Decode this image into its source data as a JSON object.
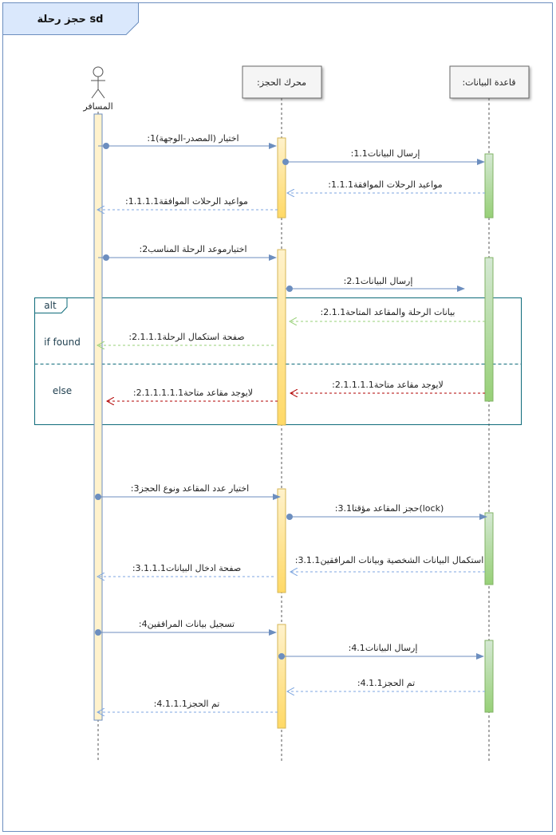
{
  "title": "sd حجز رحلة",
  "actor": {
    "label": "المسافر"
  },
  "lifelines": {
    "engine": "محرك الحجز:",
    "database": "قاعدة البيانات:"
  },
  "fragment": {
    "operator": "alt",
    "guard_if": "if found",
    "guard_else": "else"
  },
  "messages": [
    {
      "num": "1:",
      "text": "اختيار (المصدر-الوجهة)"
    },
    {
      "num": "1.1:",
      "text": "إرسال البيانات"
    },
    {
      "num": "1.1.1:",
      "text": "مواعيد الرحلات الموافقة"
    },
    {
      "num": "1.1.1.1:",
      "text": "مواعيد الرحلات الموافقة"
    },
    {
      "num": "2:",
      "text": "اختيارموعد الرحلة المناسب"
    },
    {
      "num": "2.1:",
      "text": "إرسال البيانات"
    },
    {
      "num": "2.1.1:",
      "text": "بيانات الرحلة والمقاعد المتاحة"
    },
    {
      "num": "2.1.1.1:",
      "text": "صفحة استكمال الرحلة"
    },
    {
      "num": "2.1.1.1.1:",
      "text": "لايوجد مقاعد متاحة"
    },
    {
      "num": "2.1.1.1.1.1:",
      "text": "لايوجد مقاعد متاحة"
    },
    {
      "num": "3:",
      "text": "اختيار عدد المقاعد ونوع الحجز"
    },
    {
      "num": "3.1:",
      "text": "(lock)حجز المقاعد مؤقتا"
    },
    {
      "num": "3.1.1:",
      "text": "استكمال البيانات الشخصية وبيانات المرافقين"
    },
    {
      "num": "3.1.1.1:",
      "text": "صفحة ادخال البيانات"
    },
    {
      "num": "4:",
      "text": "تسجيل بيانات المرافقين"
    },
    {
      "num": "4.1:",
      "text": "إرسال البيانات"
    },
    {
      "num": "4.1.1:",
      "text": "تم الحجز"
    },
    {
      "num": "4.1.1.1:",
      "text": "تم الحجز"
    }
  ],
  "colors": {
    "sync_arrow": "#6c8ebf",
    "reply_blue": "#7ea6e0",
    "reply_green": "#97d077",
    "reply_red": "#b20000",
    "engine_activation": "#ffe599",
    "db_activation": "#a9d18e",
    "actor_activation": "#fff2cc",
    "fragment_border": "#0e6b7a",
    "title_tab": "#dae8fc"
  }
}
